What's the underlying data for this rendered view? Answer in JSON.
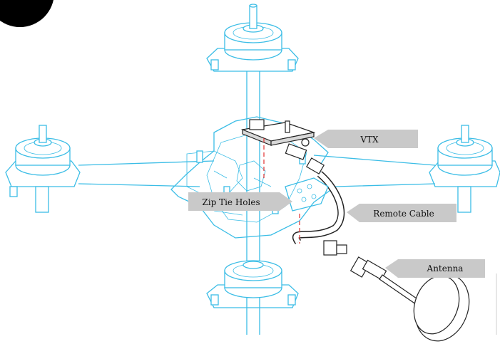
{
  "diagram": {
    "colors": {
      "frame_line": "#3bbde6",
      "component_line": "#222222",
      "callout_fill": "#c9c9c9",
      "dashed_guide": "#e03030",
      "corner_badge": "#000000"
    },
    "callouts": {
      "vtx": "VTX",
      "zip_tie_holes": "Zip Tie Holes",
      "remote_cable": "Remote Cable",
      "antenna": "Antenna"
    }
  }
}
